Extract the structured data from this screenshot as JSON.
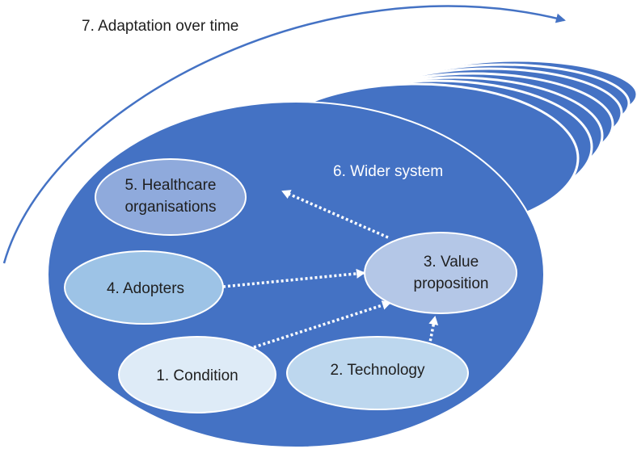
{
  "diagram": {
    "colors": {
      "system": "#4472c4",
      "arrow": "#ffffff",
      "healthcare": "#8faadc",
      "adopters": "#9dc3e6",
      "value": "#b4c7e7",
      "condition": "#deebf7",
      "technology": "#bdd7ee",
      "time_arrow": "#4472c4",
      "text": "#1f1f1f"
    },
    "title": "7. Adaptation over time",
    "wider_system": "6. Wider system",
    "nodes": {
      "healthcare": [
        "5. Healthcare",
        "organisations"
      ],
      "adopters": "4. Adopters",
      "value": [
        "3. Value",
        "proposition"
      ],
      "condition": "1. Condition",
      "technology": "2. Technology"
    }
  }
}
